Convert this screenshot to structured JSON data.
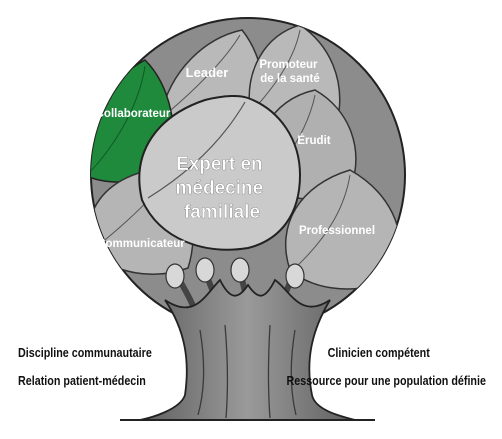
{
  "colors": {
    "canopy_bg": "#8c8c8c",
    "leaf_fill": "#b7b7b7",
    "leaf_highlight": "#1f8a3c",
    "center_leaf": "#c9c9c9",
    "trunk": "#7a7a7a",
    "outline": "#222222"
  },
  "roles": {
    "center": [
      "Expert en",
      "médecine",
      "familiale"
    ],
    "leader": "Leader",
    "promoteur": [
      "Promoteur",
      "de la santé"
    ],
    "collaborateur": "Collaborateur",
    "erudit": "Érudit",
    "communicateur": "Communicateur",
    "professionnel": "Professionnel"
  },
  "captions": {
    "left_top": "Discipline communautaire",
    "left_bottom": "Relation patient-médecin",
    "right_top": "Clinicien compétent",
    "right_bottom": "Ressource pour une population définie"
  }
}
